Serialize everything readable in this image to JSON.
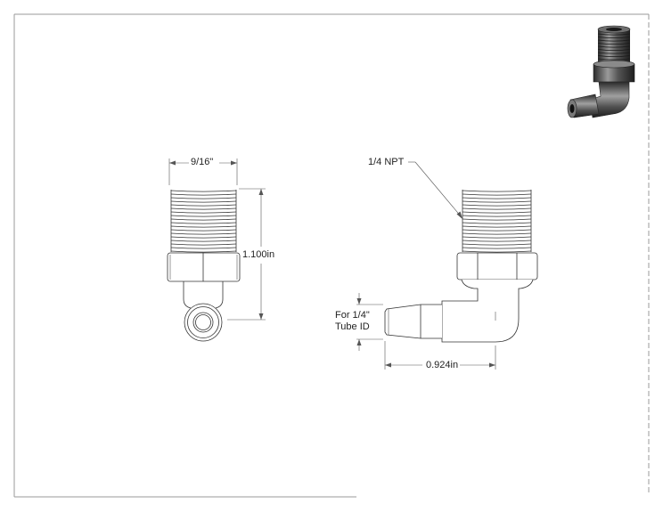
{
  "drawing": {
    "width_label": "9/16\"",
    "height_label": "1.100in",
    "thread_label": "1/4 NPT",
    "tube_label_line1": "For 1/4\"",
    "tube_label_line2": "Tube ID",
    "length_label": "0.924in"
  },
  "colors": {
    "line": "#333333",
    "dimension": "#555555",
    "border": "#9a9a9a",
    "part_dark": "#3a3a3a",
    "part_light": "#bdbdbd"
  }
}
